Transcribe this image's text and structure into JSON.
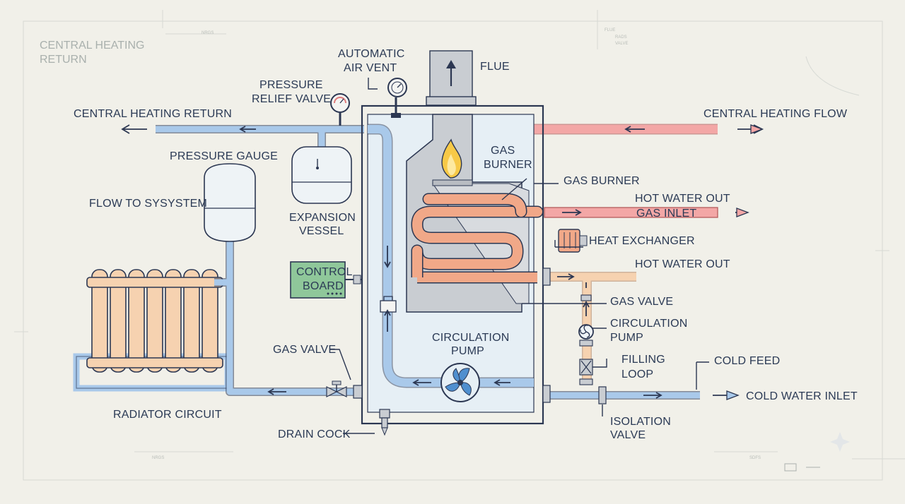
{
  "labels": {
    "title_corner": "CENTRAL HEATING",
    "title_corner_2": "RETURN",
    "auto_air_vent_1": "AUTOMATIC",
    "auto_air_vent_2": "AIR VENT",
    "flue": "FLUE",
    "pressure_relief_1": "PRESSURE",
    "pressure_relief_2": "RELIEF VALVE",
    "ch_return": "CENTRAL HEATING RETURN",
    "ch_flow": "CENTRAL HEATING FLOW",
    "pressure_gauge": "PRESSURE GAUGE",
    "gas_burner_inner_1": "GAS",
    "gas_burner_inner_2": "BURNER",
    "gas_burner": "GAS BURNER",
    "flow_to_system": "FLOW TO SYSYSTEM",
    "hot_water_out_1": "HOT WATER OUT",
    "gas_inlet": "GAS INLET",
    "expansion_vessel_1": "EXPANSION",
    "expansion_vessel_2": "VESSEL",
    "heat_exchanger": "HEAT EXCHANGER",
    "control_board_1": "CONTROL",
    "control_board_2": "BOARD",
    "hot_water_out_2": "HOT WATER OUT",
    "gas_valve_right": "GAS VALVE",
    "circulation_pump_right_1": "CIRCULATION",
    "circulation_pump_right_2": "PUMP",
    "circulation_pump_center_1": "CIRCULATION",
    "circulation_pump_center_2": "PUMP",
    "gas_valve_left": "GAS VALVE",
    "filling_loop_1": "FILLING",
    "filling_loop_2": "LOOP",
    "cold_feed": "COLD FEED",
    "cold_water_inlet": "COLD WATER INLET",
    "radiator_circuit": "RADIATOR CIRCUIT",
    "drain_cock": "DRAIN COCK",
    "isolation_valve_1": "ISOLATION",
    "isolation_valve_2": "VALVE"
  },
  "colors": {
    "background": "#f1f0e9",
    "cold_pipe": "#a9c9ea",
    "hot_pipe": "#f3a7a6",
    "outline": "#2c3752",
    "heat_exchanger": "#f1a888",
    "radiator": "#f6d2b0",
    "control_board": "#8fc79a",
    "boiler_inner": "#e6eff5",
    "flame": "#f7c947"
  },
  "icons": [
    "flame-icon",
    "gauge-icon",
    "pump-fan-icon",
    "up-arrow-icon",
    "flow-arrow-icon"
  ]
}
